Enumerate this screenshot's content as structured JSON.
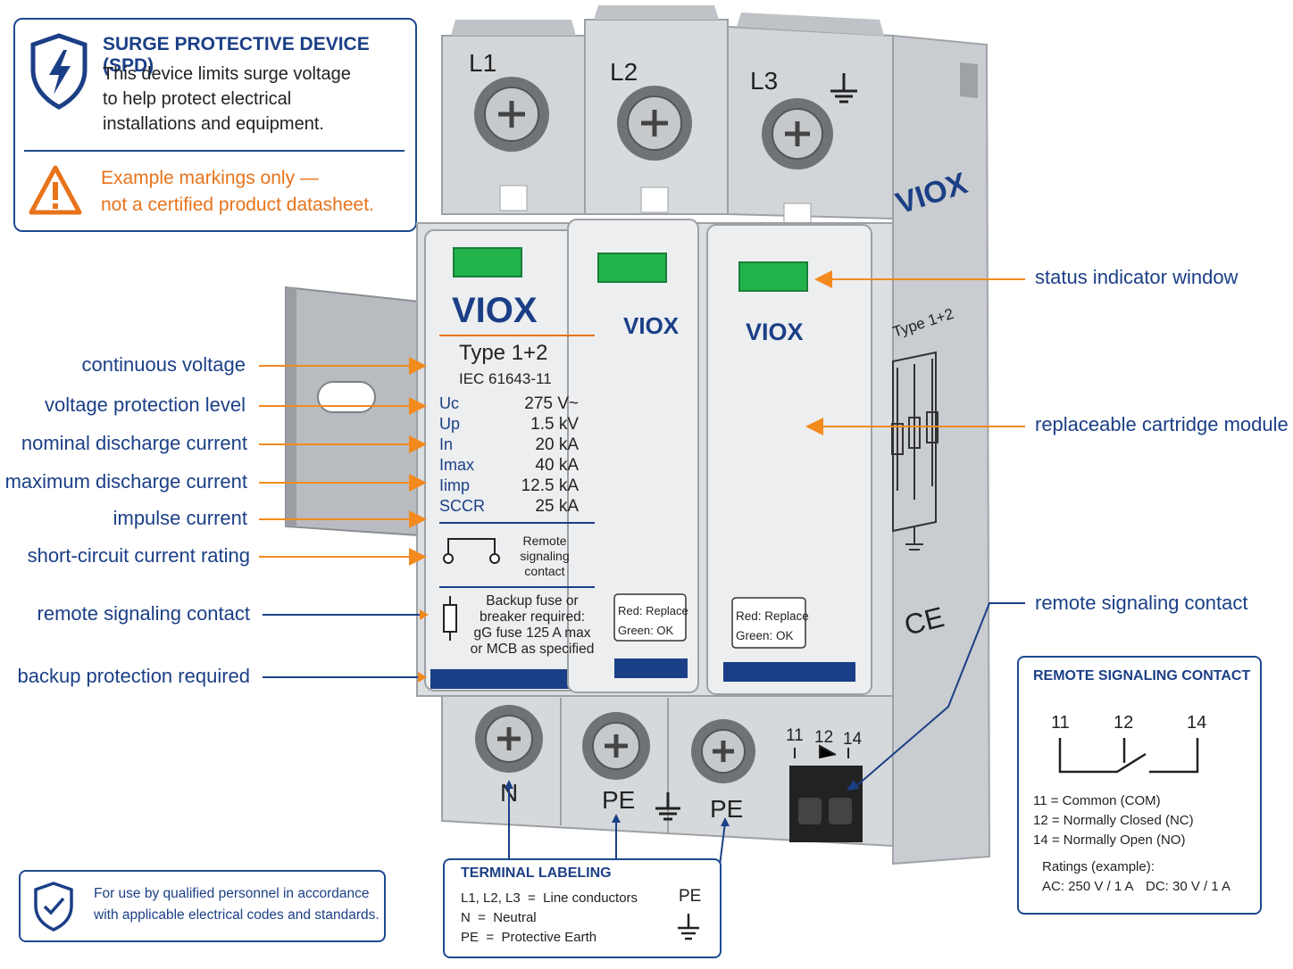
{
  "info_box": {
    "title": "SURGE PROTECTIVE DEVICE (SPD)",
    "line1": "This device limits surge voltage",
    "line2": "to help protect electrical",
    "line3": "installations and equipment.",
    "warn1": "Example markings only —",
    "warn2": "not a certified product datasheet."
  },
  "device": {
    "pole_labels": [
      "L1",
      "L2",
      "L3"
    ],
    "brand": "VIOX",
    "type": "Type 1+2",
    "standard": "IEC 61643-11",
    "specs": [
      {
        "key": "Uc",
        "value": "275 V~"
      },
      {
        "key": "Up",
        "value": "1.5 kV"
      },
      {
        "key": "In",
        "value": "20 kA"
      },
      {
        "key": "Imax",
        "value": "40 kA"
      },
      {
        "key": "Iimp",
        "value": "12.5 kA"
      },
      {
        "key": "SCCR",
        "value": "25 kA"
      }
    ],
    "remote_label": [
      "Remote",
      "signaling",
      "contact"
    ],
    "backup_text": [
      "Backup fuse or",
      "breaker required:",
      "gG fuse 125 A max",
      "or MCB as specified"
    ],
    "status_red": "Red: Replace",
    "status_green": "Green: OK",
    "side_type": "Type 1+2",
    "ce": "CE",
    "bottom_labels": [
      "N",
      "PE",
      "PE"
    ],
    "contact_nums": [
      "11",
      "12",
      "14"
    ]
  },
  "left_callouts": [
    "continuous voltage",
    "voltage protection level",
    "nominal discharge current",
    "maximum discharge current",
    "impulse current",
    "short-circuit current rating",
    "remote signaling contact",
    "backup protection required"
  ],
  "right_callouts": [
    "status indicator window",
    "replaceable cartridge module",
    "remote signaling contact"
  ],
  "remote_box": {
    "title": "REMOTE SIGNALING CONTACT",
    "nums": [
      "11",
      "12",
      "14"
    ],
    "legend": [
      "11 = Common (COM)",
      "12 = Normally Closed (NC)",
      "14 = Normally Open (NO)"
    ],
    "ratings_title": "Ratings (example):",
    "ratings_ac": "AC: 250 V / 1 A",
    "ratings_dc": "DC: 30 V / 1 A"
  },
  "terminal_box": {
    "title": "TERMINAL LABELING",
    "rows": [
      "L1, L2, L3  =  Line conductors",
      "N  =  Neutral",
      "PE  =  Protective Earth"
    ],
    "pe": "PE"
  },
  "safety_box": {
    "line1": "For use by qualified personnel in accordance",
    "line2": "with applicable electrical codes and standards."
  },
  "colors": {
    "navy": "#1b3f86",
    "orange": "#e8731a",
    "green": "#22b24c",
    "body_gray": "#d9dcdf"
  }
}
